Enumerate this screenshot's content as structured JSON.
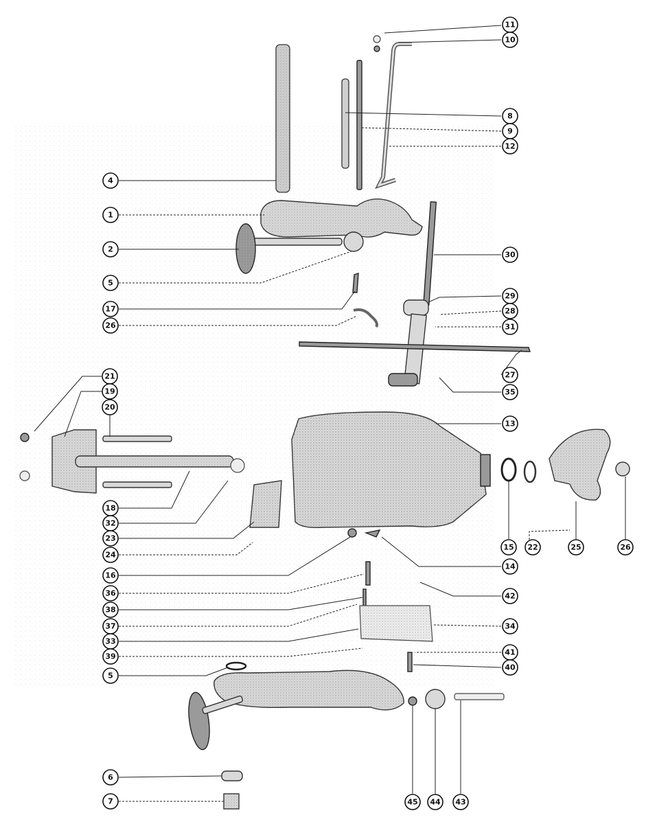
{
  "diagram": {
    "callouts": [
      {
        "id": "c11",
        "label": "11"
      },
      {
        "id": "c10",
        "label": "10"
      },
      {
        "id": "c8",
        "label": "8"
      },
      {
        "id": "c9",
        "label": "9"
      },
      {
        "id": "c12",
        "label": "12"
      },
      {
        "id": "c4",
        "label": "4"
      },
      {
        "id": "c1",
        "label": "1"
      },
      {
        "id": "c30",
        "label": "30"
      },
      {
        "id": "c2",
        "label": "2"
      },
      {
        "id": "c5a",
        "label": "5"
      },
      {
        "id": "c29",
        "label": "29"
      },
      {
        "id": "c28",
        "label": "28"
      },
      {
        "id": "c17",
        "label": "17"
      },
      {
        "id": "c31",
        "label": "31"
      },
      {
        "id": "c26a",
        "label": "26"
      },
      {
        "id": "c27",
        "label": "27"
      },
      {
        "id": "c35",
        "label": "35"
      },
      {
        "id": "c21",
        "label": "21"
      },
      {
        "id": "c19",
        "label": "19"
      },
      {
        "id": "c20",
        "label": "20"
      },
      {
        "id": "c13",
        "label": "13"
      },
      {
        "id": "c18",
        "label": "18"
      },
      {
        "id": "c32",
        "label": "32"
      },
      {
        "id": "c23",
        "label": "23"
      },
      {
        "id": "c24",
        "label": "24"
      },
      {
        "id": "c15",
        "label": "15"
      },
      {
        "id": "c22",
        "label": "22"
      },
      {
        "id": "c25",
        "label": "25"
      },
      {
        "id": "c26b",
        "label": "26"
      },
      {
        "id": "c14",
        "label": "14"
      },
      {
        "id": "c16",
        "label": "16"
      },
      {
        "id": "c42",
        "label": "42"
      },
      {
        "id": "c36",
        "label": "36"
      },
      {
        "id": "c38",
        "label": "38"
      },
      {
        "id": "c37",
        "label": "37"
      },
      {
        "id": "c34",
        "label": "34"
      },
      {
        "id": "c33",
        "label": "33"
      },
      {
        "id": "c41",
        "label": "41"
      },
      {
        "id": "c39",
        "label": "39"
      },
      {
        "id": "c40",
        "label": "40"
      },
      {
        "id": "c5b",
        "label": "5"
      },
      {
        "id": "c6",
        "label": "6"
      },
      {
        "id": "c7",
        "label": "7"
      },
      {
        "id": "c45",
        "label": "45"
      },
      {
        "id": "c44",
        "label": "44"
      },
      {
        "id": "c43",
        "label": "43"
      }
    ]
  }
}
